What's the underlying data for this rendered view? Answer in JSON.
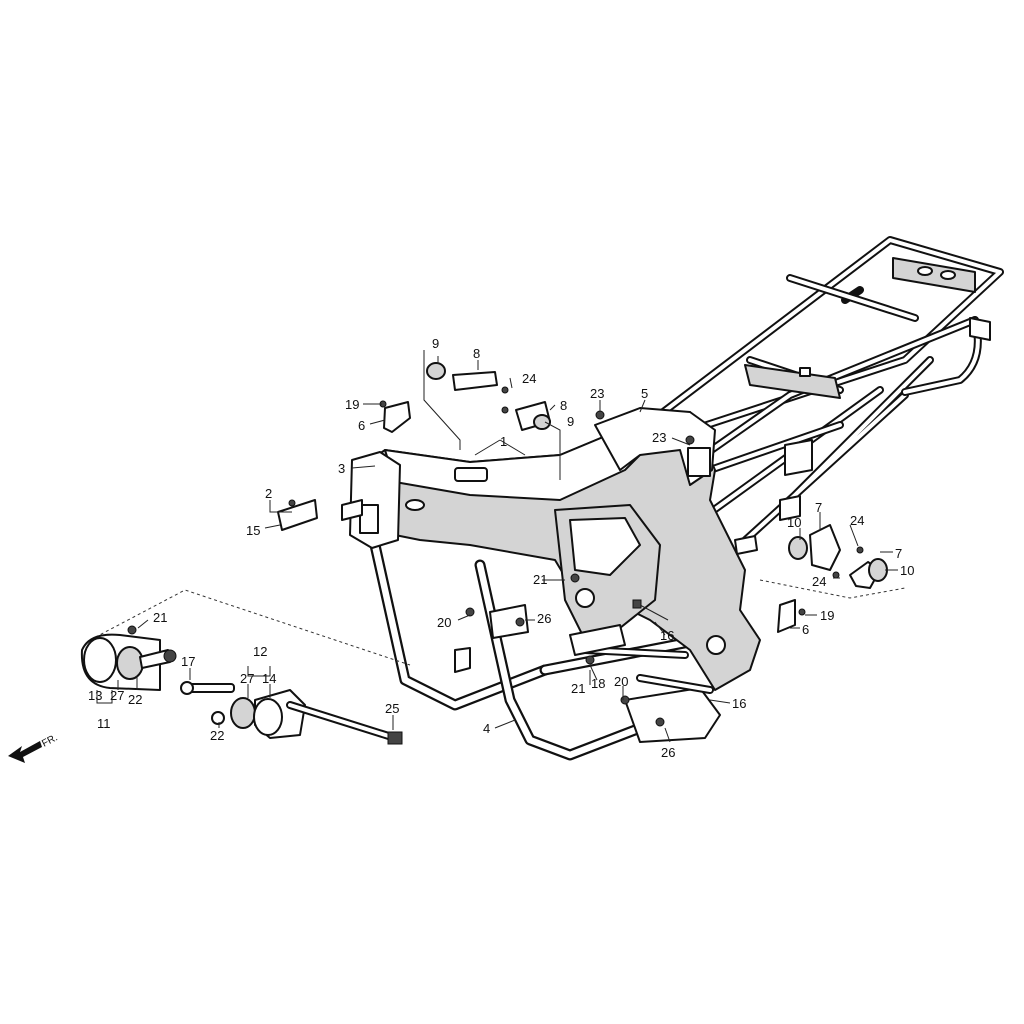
{
  "diagram": {
    "labels": {
      "l1": "1",
      "l2": "2",
      "l3": "3",
      "l4": "4",
      "l5": "5",
      "l6a": "6",
      "l6b": "6",
      "l7a": "7",
      "l7b": "7",
      "l8a": "8",
      "l8b": "8",
      "l9a": "9",
      "l9b": "9",
      "l10a": "10",
      "l10b": "10",
      "l11": "11",
      "l12": "12",
      "l13": "13",
      "l14": "14",
      "l15": "15",
      "l16a": "16",
      "l16b": "16",
      "l17": "17",
      "l18": "18",
      "l19a": "19",
      "l19b": "19",
      "l20a": "20",
      "l20b": "20",
      "l21a": "21",
      "l21b": "21",
      "l21c": "21",
      "l22a": "22",
      "l22b": "22",
      "l23a": "23",
      "l23b": "23",
      "l24a": "24",
      "l24b": "24",
      "l24c": "24",
      "l25": "25",
      "l26a": "26",
      "l26b": "26",
      "l27a": "27",
      "l27b": "27"
    },
    "front_indicator": "FR."
  }
}
